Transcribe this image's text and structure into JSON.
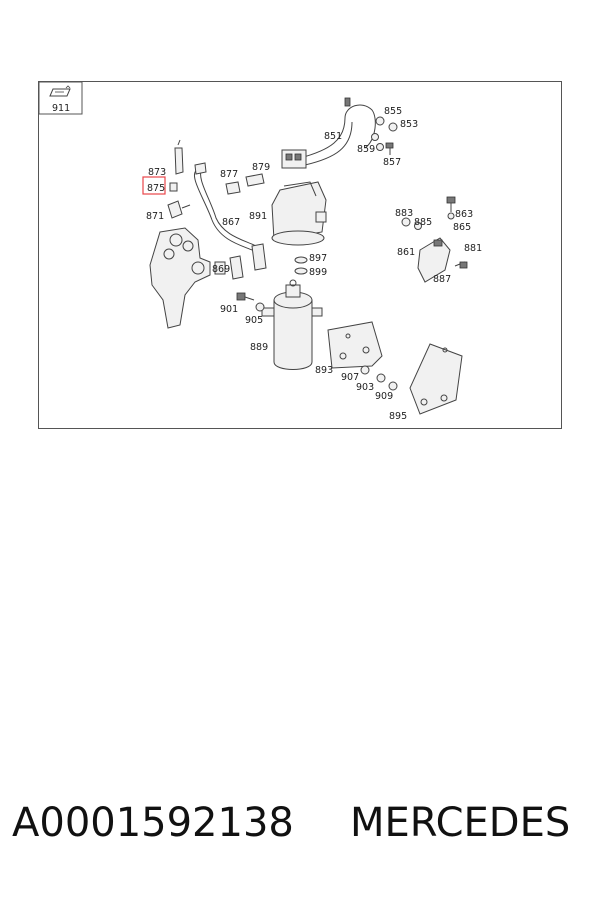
{
  "diagram": {
    "group_number": "911",
    "highlighted_label": "875",
    "labels": [
      "855",
      "853",
      "851",
      "859",
      "857",
      "873",
      "877",
      "879",
      "875",
      "871",
      "867",
      "891",
      "883",
      "863",
      "885",
      "865",
      "861",
      "881",
      "887",
      "897",
      "899",
      "869",
      "901",
      "905",
      "889",
      "893",
      "907",
      "903",
      "909",
      "895"
    ]
  },
  "footer": {
    "part_number": "A0001592138",
    "brand": "MERCEDES"
  },
  "colors": {
    "highlight": "#e8454a",
    "line": "#444444"
  }
}
